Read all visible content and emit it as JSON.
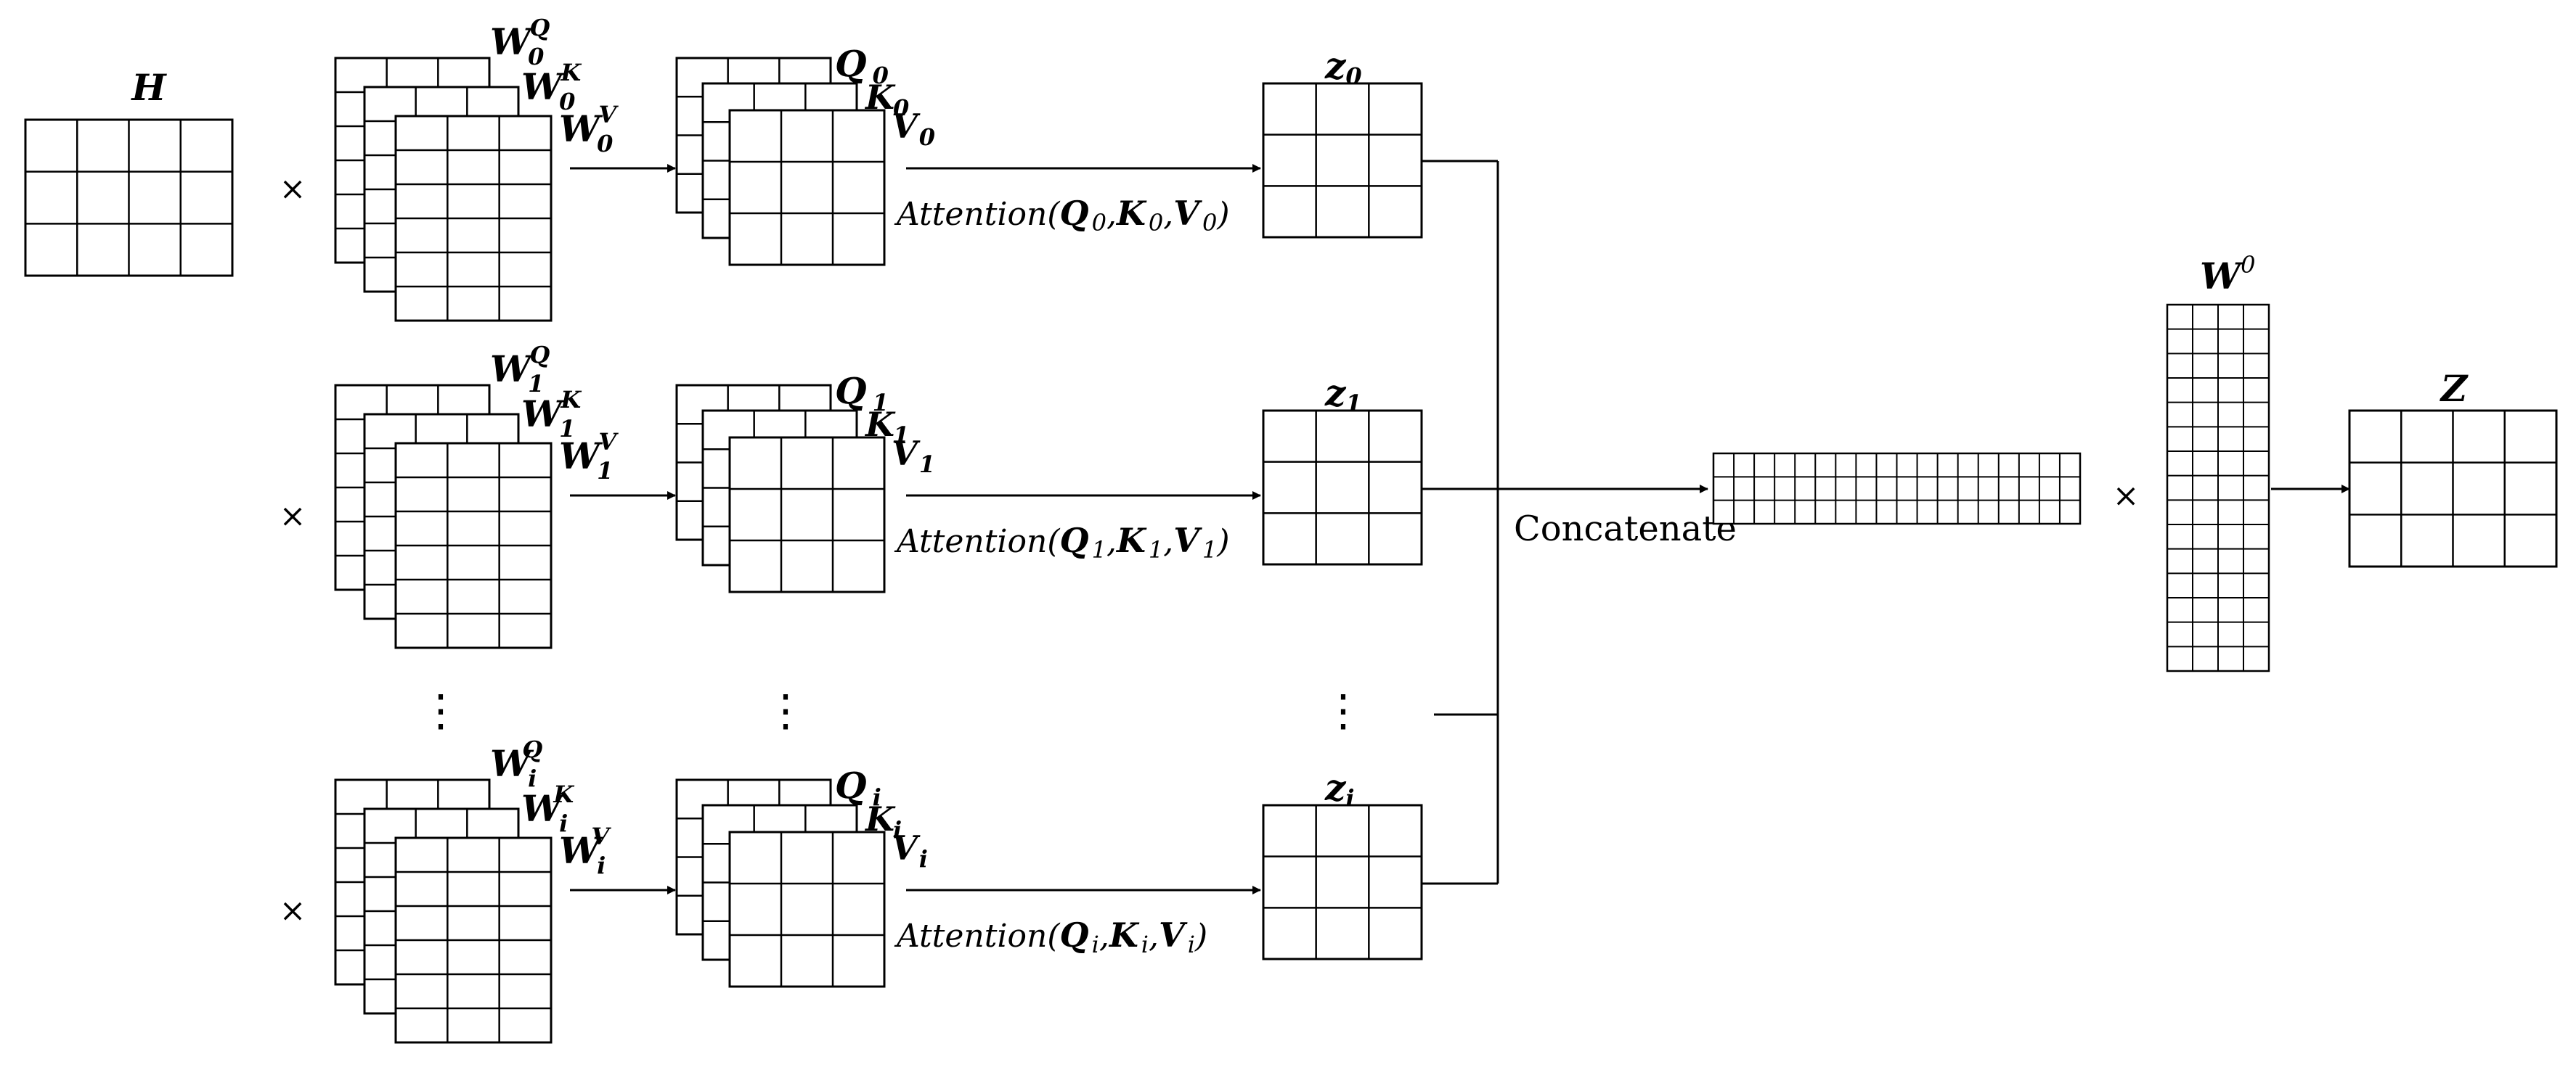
{
  "diagram": {
    "input": {
      "label": "H"
    },
    "times_symbol": "×",
    "vdots": "⋮",
    "heads": [
      {
        "wq": "W",
        "wq_sub": "0",
        "wq_sup": "Q",
        "wk": "W",
        "wk_sub": "0",
        "wk_sup": "K",
        "wv": "W",
        "wv_sub": "0",
        "wv_sup": "V",
        "q": "Q",
        "q_sub": "0",
        "k": "K",
        "k_sub": "0",
        "v": "V",
        "v_sub": "0",
        "z": "z",
        "z_sub": "0",
        "attention": {
          "fn": "Attention(",
          "a": "Q",
          "a_sub": "0",
          "b": "K",
          "b_sub": "0",
          "c": "V",
          "c_sub": "0",
          "comma": ",",
          "close": ")"
        }
      },
      {
        "wq": "W",
        "wq_sub": "1",
        "wq_sup": "Q",
        "wk": "W",
        "wk_sub": "1",
        "wk_sup": "K",
        "wv": "W",
        "wv_sub": "1",
        "wv_sup": "V",
        "q": "Q",
        "q_sub": "1",
        "k": "K",
        "k_sub": "1",
        "v": "V",
        "v_sub": "1",
        "z": "z",
        "z_sub": "1",
        "attention": {
          "fn": "Attention(",
          "a": "Q",
          "a_sub": "1",
          "b": "K",
          "b_sub": "1",
          "c": "V",
          "c_sub": "1",
          "comma": ",",
          "close": ")"
        }
      },
      {
        "wq": "W",
        "wq_sub": "i",
        "wq_sup": "Q",
        "wk": "W",
        "wk_sub": "i",
        "wk_sup": "K",
        "wv": "W",
        "wv_sub": "i",
        "wv_sup": "V",
        "q": "Q",
        "q_sub": "i",
        "k": "K",
        "k_sub": "i",
        "v": "V",
        "v_sub": "i",
        "z": "z",
        "z_sub": "i",
        "attention": {
          "fn": "Attention(",
          "a": "Q",
          "a_sub": "i",
          "b": "K",
          "b_sub": "i",
          "c": "V",
          "c_sub": "i",
          "comma": ",",
          "close": ")"
        }
      }
    ],
    "concat_label": "Concatenate",
    "output_weight": {
      "label": "W",
      "sup": "0"
    },
    "output": {
      "label": "Z"
    }
  }
}
